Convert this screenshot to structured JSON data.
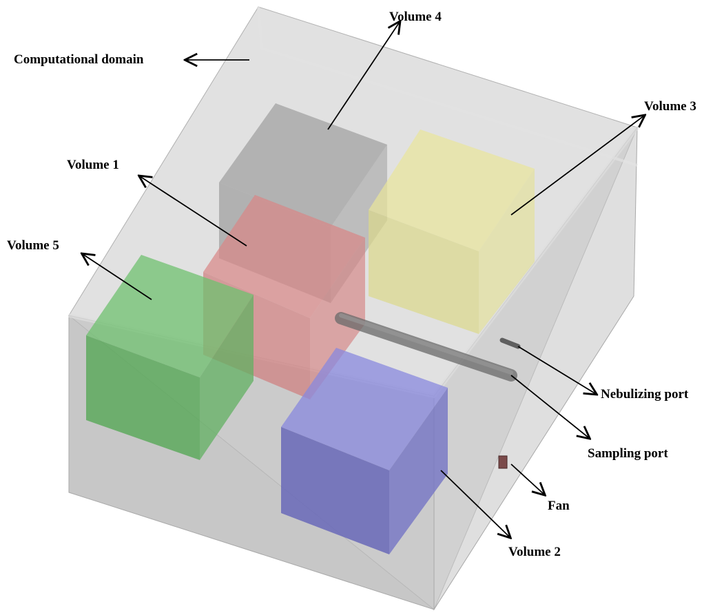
{
  "labels": {
    "computational_domain": "Computational domain",
    "volume_1": "Volume 1",
    "volume_2": "Volume 2",
    "volume_3": "Volume 3",
    "volume_4": "Volume 4",
    "volume_5": "Volume 5",
    "nebulizing_port": "Nebulizing port",
    "sampling_port": "Sampling port",
    "fan": "Fan"
  },
  "colors": {
    "domain": "#c9c9c9",
    "volume_1": "#d98b8b",
    "volume_2": "#7f7fd8",
    "volume_3": "#e6e29a",
    "volume_4": "#9a9a9a",
    "volume_5": "#6fbf6f"
  }
}
